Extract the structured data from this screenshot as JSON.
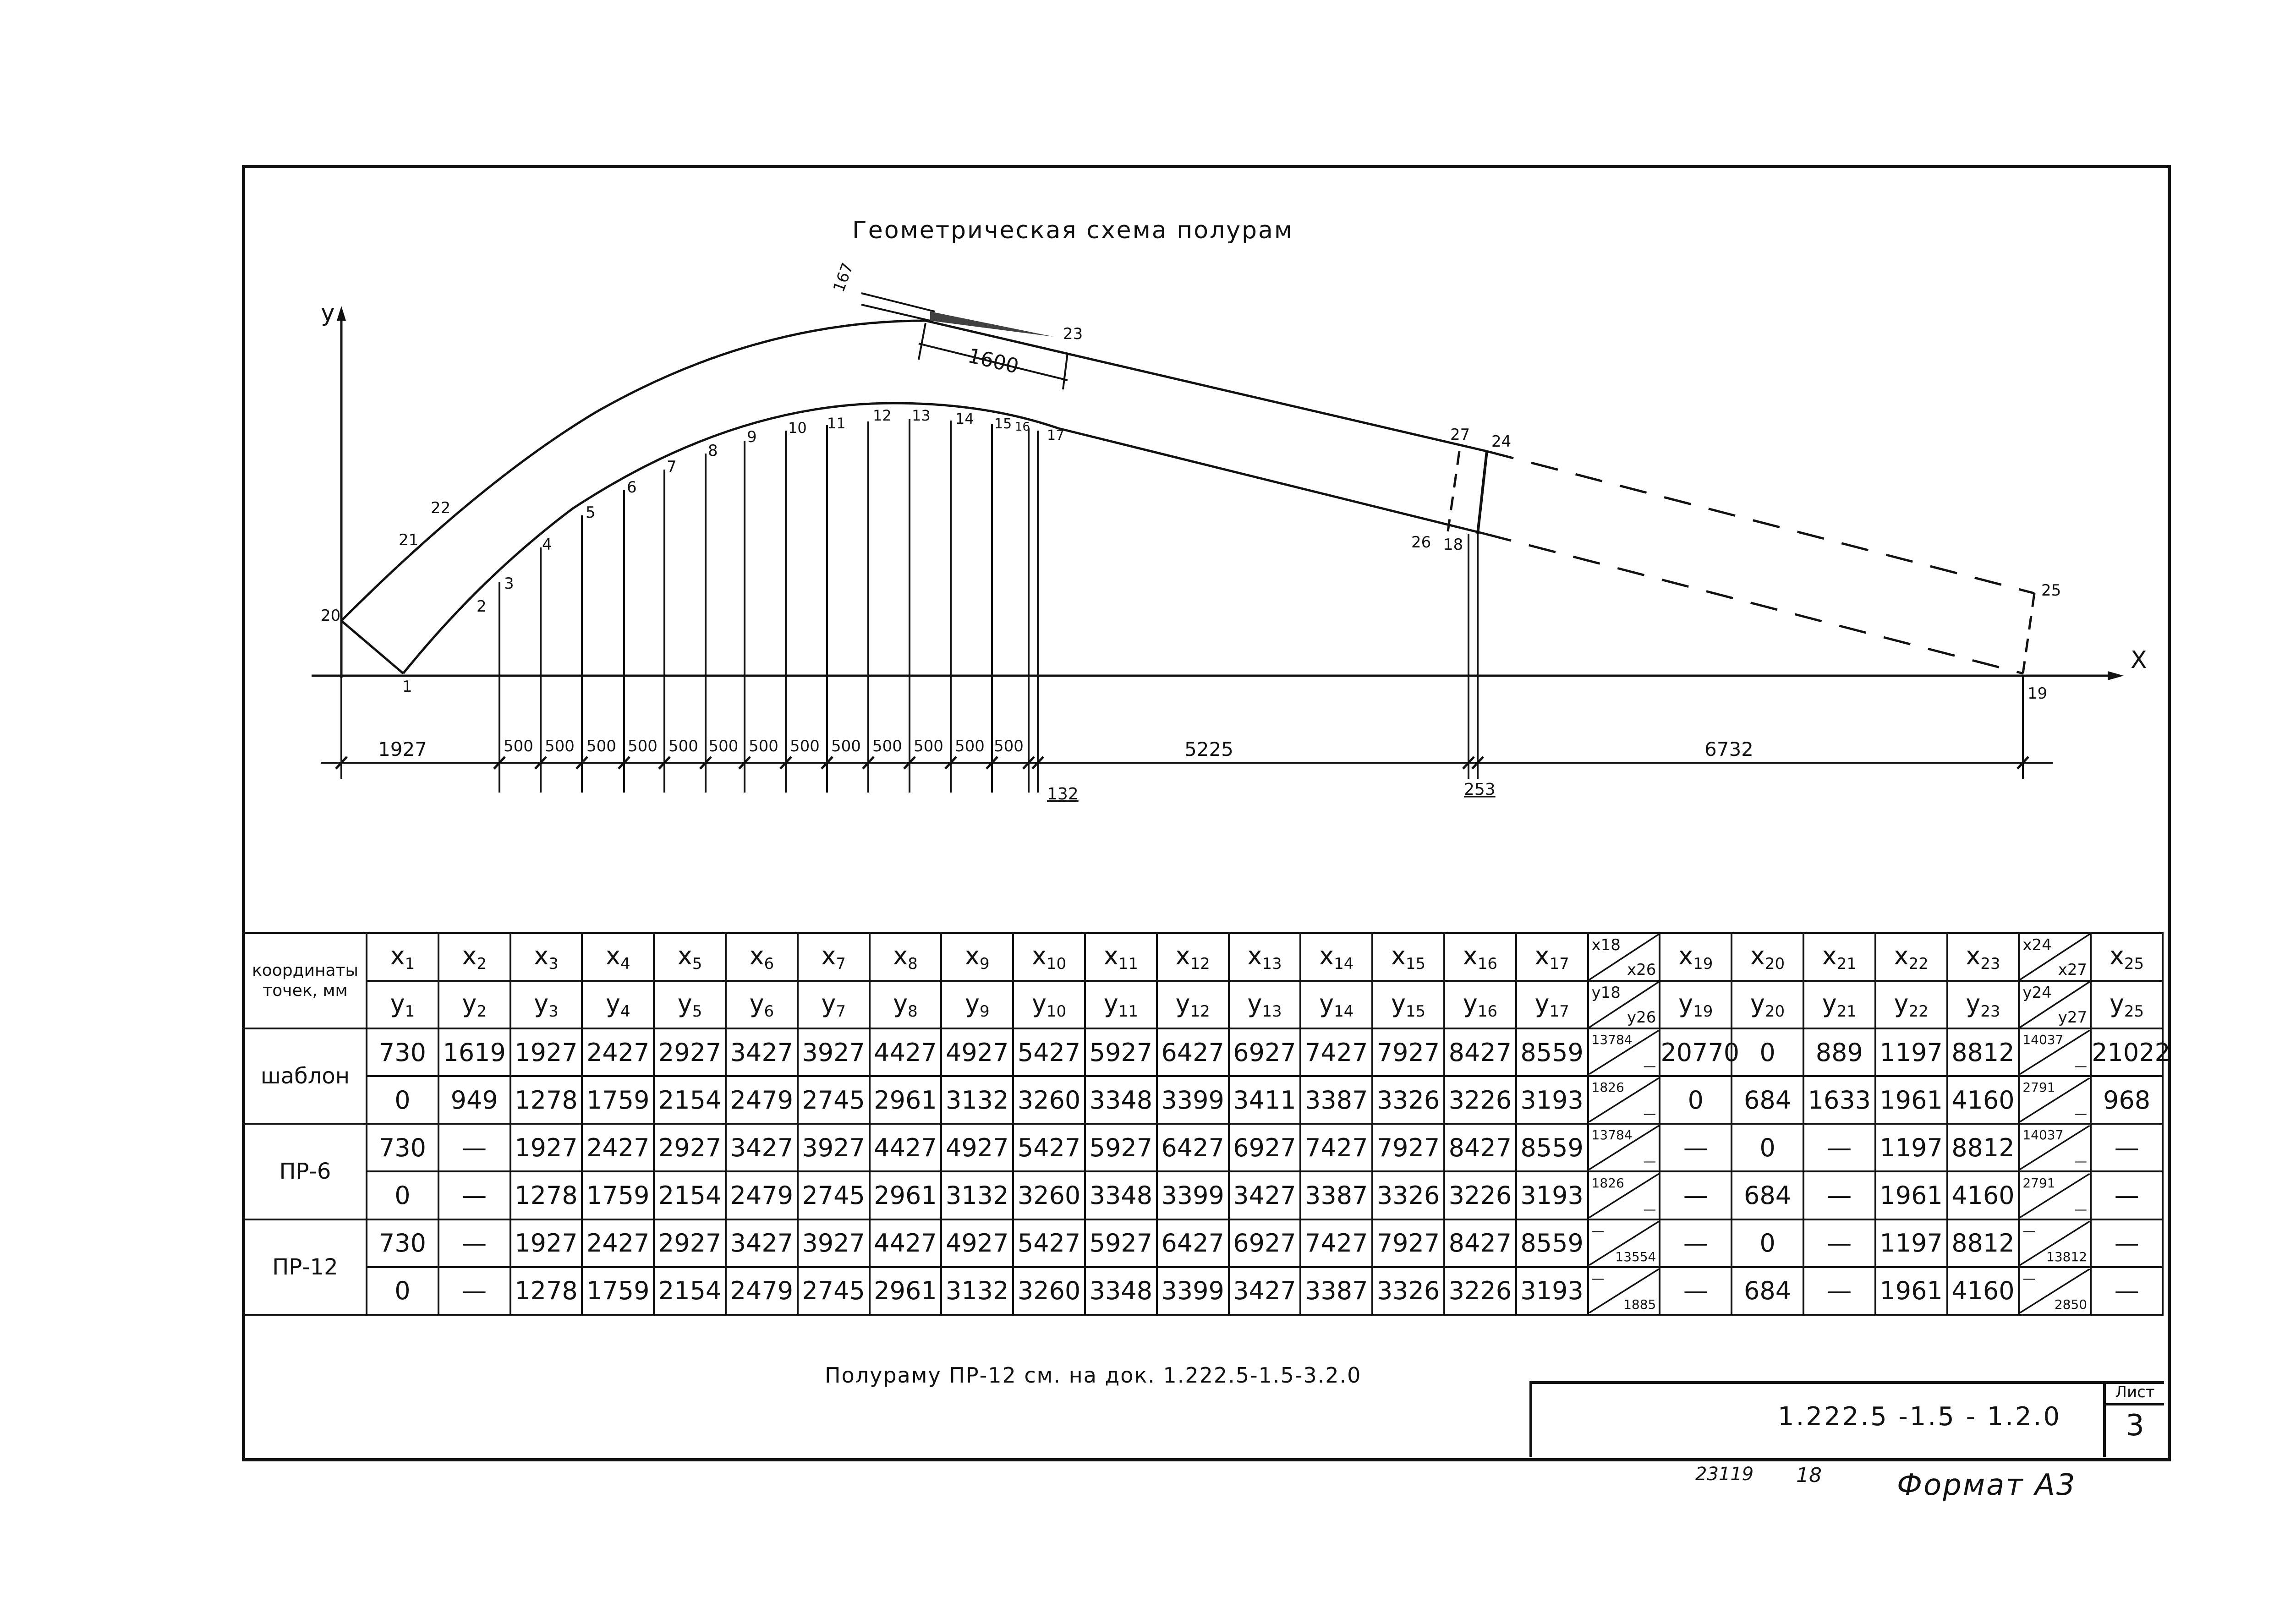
{
  "drawing": {
    "title": "Геометрическая схема полурам",
    "axes": {
      "x": "X",
      "y": "y"
    },
    "points": {
      "p1": "1",
      "p2": "2",
      "p3": "3",
      "p4": "4",
      "p5": "5",
      "p6": "6",
      "p7": "7",
      "p8": "8",
      "p9": "9",
      "p10": "10",
      "p11": "11",
      "p12": "12",
      "p13": "13",
      "p14": "14",
      "p15": "15",
      "p16": "16",
      "p17": "17",
      "p18": "18",
      "p19": "19",
      "p20": "20",
      "p21": "21",
      "p22": "22",
      "p23": "23",
      "p24": "24",
      "p25": "25",
      "p26": "26",
      "p27": "27"
    },
    "dims": {
      "d1927": "1927",
      "d500": "500",
      "d5225": "5225",
      "d6732": "6732",
      "d132": "132",
      "d253": "253",
      "d1600": "1600",
      "d167": "167"
    }
  },
  "table": {
    "header_label": "координаты точек, мм",
    "x_headers": [
      "x1",
      "x2",
      "x3",
      "x4",
      "x5",
      "x6",
      "x7",
      "x8",
      "x9",
      "x10",
      "x11",
      "x12",
      "x13",
      "x14",
      "x15",
      "x16",
      "x17",
      "x18/x26",
      "x19",
      "x20",
      "x21",
      "x22",
      "x23",
      "x24/x27",
      "x25"
    ],
    "y_headers": [
      "y1",
      "y2",
      "y3",
      "y4",
      "y5",
      "y6",
      "y7",
      "y8",
      "y9",
      "y10",
      "y11",
      "y12",
      "y13",
      "y14",
      "y15",
      "y16",
      "y17",
      "y18/y26",
      "y19",
      "y20",
      "y21",
      "y22",
      "y23",
      "y24/y27",
      "y25"
    ],
    "rows": [
      {
        "label": "шаблон",
        "x": [
          "730",
          "1619",
          "1927",
          "2427",
          "2927",
          "3427",
          "3927",
          "4427",
          "4927",
          "5427",
          "5927",
          "6427",
          "6927",
          "7427",
          "7927",
          "8427",
          "8559",
          "13784/—",
          "20770",
          "0",
          "889",
          "1197",
          "8812",
          "14037/—",
          "21022"
        ],
        "y": [
          "0",
          "949",
          "1278",
          "1759",
          "2154",
          "2479",
          "2745",
          "2961",
          "3132",
          "3260",
          "3348",
          "3399",
          "3411",
          "3387",
          "3326",
          "3226",
          "3193",
          "1826/—",
          "0",
          "684",
          "1633",
          "1961",
          "4160",
          "2791/—",
          "968"
        ]
      },
      {
        "label": "ПР-6",
        "x": [
          "730",
          "—",
          "1927",
          "2427",
          "2927",
          "3427",
          "3927",
          "4427",
          "4927",
          "5427",
          "5927",
          "6427",
          "6927",
          "7427",
          "7927",
          "8427",
          "8559",
          "13784/—",
          "—",
          "0",
          "—",
          "1197",
          "8812",
          "14037/—",
          "—"
        ],
        "y": [
          "0",
          "—",
          "1278",
          "1759",
          "2154",
          "2479",
          "2745",
          "2961",
          "3132",
          "3260",
          "3348",
          "3399",
          "3427",
          "3387",
          "3326",
          "3226",
          "3193",
          "1826/—",
          "—",
          "684",
          "—",
          "1961",
          "4160",
          "2791/—",
          "—"
        ]
      },
      {
        "label": "ПР-12",
        "x": [
          "730",
          "—",
          "1927",
          "2427",
          "2927",
          "3427",
          "3927",
          "4427",
          "4927",
          "5427",
          "5927",
          "6427",
          "6927",
          "7427",
          "7927",
          "8427",
          "8559",
          "—/13554",
          "—",
          "0",
          "—",
          "1197",
          "8812",
          "—/13812",
          "—"
        ],
        "y": [
          "0",
          "—",
          "1278",
          "1759",
          "2154",
          "2479",
          "2745",
          "2961",
          "3132",
          "3260",
          "3348",
          "3399",
          "3427",
          "3387",
          "3326",
          "3226",
          "3193",
          "—/1885",
          "—",
          "684",
          "—",
          "1961",
          "4160",
          "—/2850",
          "—"
        ]
      }
    ]
  },
  "note": "Полураму ПР-12 см. на док. 1.222.5-1.5-3.2.0",
  "title_block": {
    "doc_number": "1.222.5 -1.5 - 1.2.0",
    "sheet_label": "Лист",
    "sheet_number": "3"
  },
  "footer": {
    "inv": "23119",
    "num": "18",
    "format": "Формат А3"
  }
}
